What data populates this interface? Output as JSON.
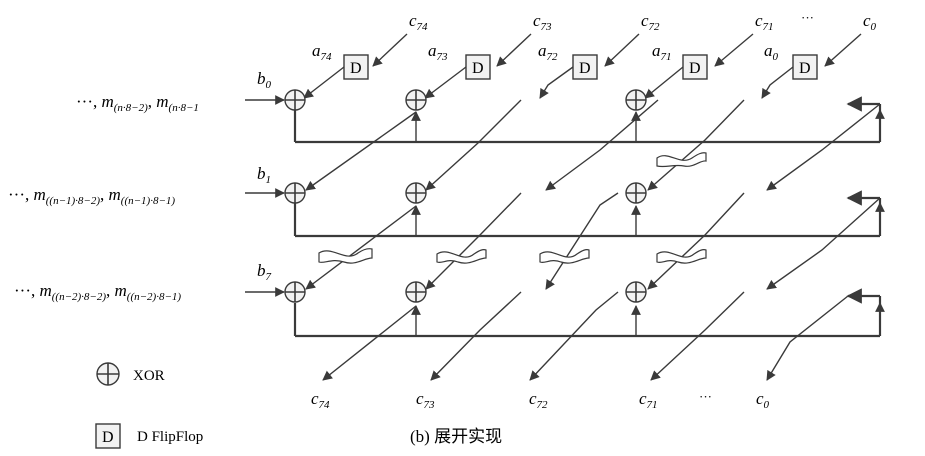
{
  "columns": [
    {
      "c_top": "74",
      "a": "74",
      "c_bottom": "74"
    },
    {
      "c_top": "73",
      "a": "73",
      "c_bottom": "73"
    },
    {
      "c_top": "72",
      "a": "72",
      "c_bottom": "72"
    },
    {
      "c_top": "71",
      "a": "71",
      "c_bottom": "71"
    },
    {
      "c_top": "0",
      "a": "0",
      "c_bottom": "0"
    }
  ],
  "top_ellipsis": "···",
  "bottom_ellipsis": "···",
  "dff_letter": "D",
  "rows": [
    {
      "b_sub": "0",
      "input_prefix": "···, ",
      "in1": "(n·8−2)",
      "sep": ", ",
      "in2": "(n·8−1"
    },
    {
      "b_sub": "1",
      "input_prefix": "···, ",
      "in1": "((n−1)·8−2)",
      "sep": ", ",
      "in2": "((n−1)·8−1)"
    },
    {
      "b_sub": "7",
      "input_prefix": "···, ",
      "in1": "((n−2)·8−2)",
      "sep": ", ",
      "in2": "((n−2)·8−1)"
    }
  ],
  "legend": {
    "xor_label": "XOR",
    "dff_label": "D FlipFlop",
    "dff_letter": "D"
  },
  "caption": "(b) 展开实现"
}
